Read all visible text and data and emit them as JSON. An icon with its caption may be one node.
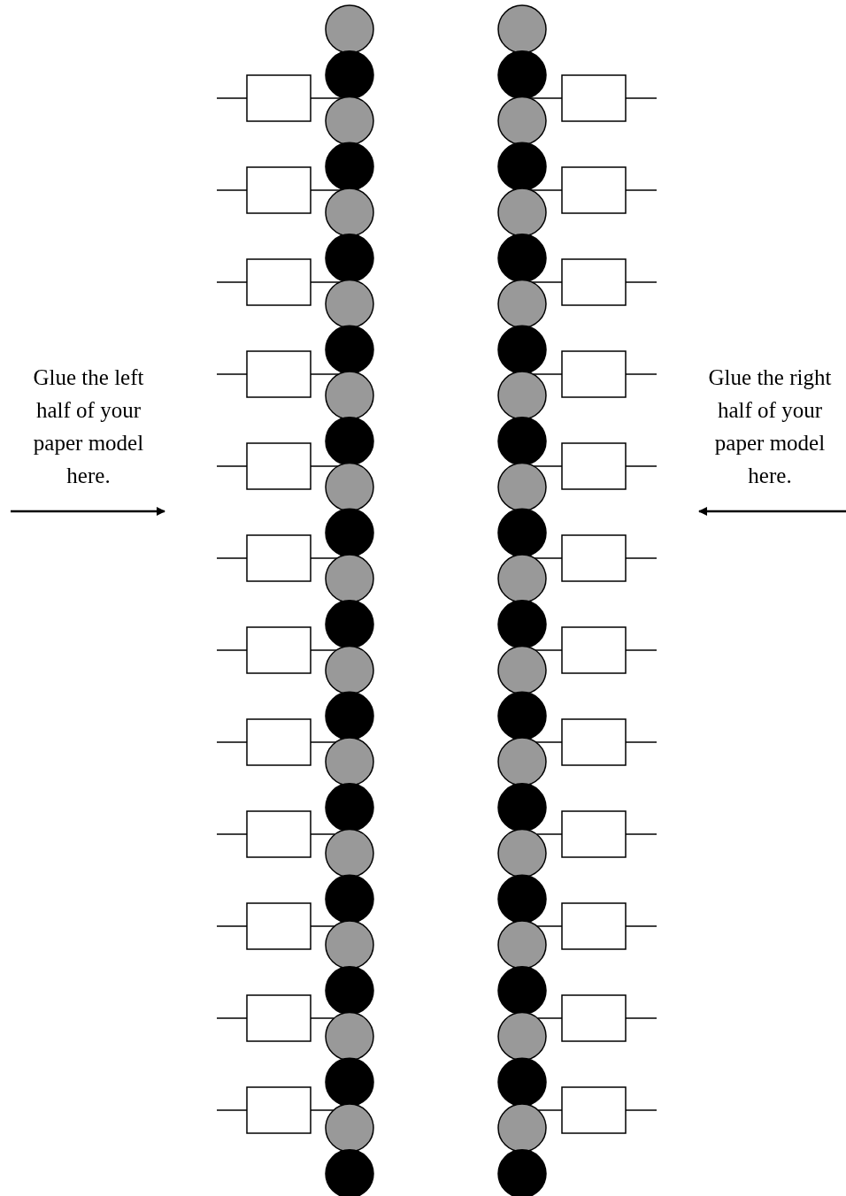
{
  "diagram": {
    "nodes": [
      {
        "text": [
          "Glue the left half of your paper model here."
        ]
      },
      {
        "text": [],
        "shape": "circle"
      },
      {
        "text": [],
        "shape": "circle"
      },
      {
        "text": [],
        "shape": "circle"
      },
      {
        "text": [],
        "shape": "circle"
      },
      {
        "text": [],
        "shape": "circle"
      },
      {
        "text": [],
        "shape": "circle"
      },
      {
        "text": [],
        "shape": "circle"
      },
      {
        "text": [],
        "shape": "circle"
      },
      {
        "text": [],
        "shape": "circle"
      },
      {
        "text": [],
        "shape": "circle"
      },
      {
        "text": [],
        "shape": "circle"
      },
      {
        "text": [],
        "shape": "circle"
      },
      {
        "text": [],
        "shape": "circle"
      },
      {
        "text": [],
        "shape": "circle"
      },
      {
        "text": [],
        "shape": "circle"
      },
      {
        "text": [],
        "shape": "circle"
      },
      {
        "text": [],
        "shape": "circle"
      },
      {
        "text": [],
        "shape": "circle"
      },
      {
        "text": [],
        "shape": "circle"
      },
      {
        "text": [],
        "shape": "circle"
      },
      {
        "text": [],
        "shape": "circle"
      },
      {
        "text": [],
        "shape": "circle"
      },
      {
        "text": [],
        "shape": "circle"
      },
      {
        "text": [],
        "shape": "circle"
      },
      {
        "text": [],
        "shape": "circle"
      },
      {
        "text": [],
        "shape": "circle"
      },
      {
        "text": [],
        "shape": "box"
      },
      {
        "text": [],
        "shape": "box"
      },
      {
        "text": [],
        "shape": "box"
      },
      {
        "text": [],
        "shape": "box"
      },
      {
        "text": [],
        "shape": "box"
      },
      {
        "text": [],
        "shape": "box"
      },
      {
        "text": [],
        "shape": "box"
      },
      {
        "text": [],
        "shape": "box"
      },
      {
        "text": [],
        "shape": "box"
      },
      {
        "text": [],
        "shape": "box"
      },
      {
        "text": [],
        "shape": "box"
      },
      {
        "text": [],
        "shape": "box"
      },
      {
        "text": [],
        "shape": "circle"
      },
      {
        "text": [],
        "shape": "circle"
      },
      {
        "text": [],
        "shape": "circle"
      },
      {
        "text": [],
        "shape": "circle"
      },
      {
        "text": [],
        "shape": "circle"
      },
      {
        "text": [],
        "shape": "circle"
      },
      {
        "text": [],
        "shape": "circle"
      },
      {
        "text": [],
        "shape": "circle"
      },
      {
        "text": [],
        "shape": "circle"
      },
      {
        "text": [],
        "shape": "circle"
      },
      {
        "text": [],
        "shape": "circle"
      },
      {
        "text": [],
        "shape": "circle"
      },
      {
        "text": [],
        "shape": "circle"
      },
      {
        "text": [],
        "shape": "circle"
      },
      {
        "text": [],
        "shape": "circle"
      },
      {
        "text": [],
        "shape": "circle"
      },
      {
        "text": [],
        "shape": "circle"
      },
      {
        "text": [],
        "shape": "circle"
      },
      {
        "text": [],
        "shape": "circle"
      },
      {
        "text": [],
        "shape": "circle"
      },
      {
        "text": [],
        "shape": "circle"
      },
      {
        "text": [],
        "shape": "circle"
      },
      {
        "text": [],
        "shape": "circle"
      },
      {
        "text": [],
        "shape": "circle"
      },
      {
        "text": [],
        "shape": "circle"
      },
      {
        "text": [],
        "shape": "circle"
      },
      {
        "text": [],
        "shape": "box"
      },
      {
        "text": [],
        "shape": "box"
      },
      {
        "text": [],
        "shape": "box"
      },
      {
        "text": [],
        "shape": "box"
      },
      {
        "text": [],
        "shape": "box"
      },
      {
        "text": [],
        "shape": "box"
      },
      {
        "text": [],
        "shape": "box"
      },
      {
        "text": [],
        "shape": "box"
      },
      {
        "text": [],
        "shape": "box"
      },
      {
        "text": [],
        "shape": "box"
      },
      {
        "text": [],
        "shape": "box"
      },
      {
        "text": [],
        "shape": "box"
      },
      {
        "text": [
          "Glue the right half of your paper model here."
        ]
      }
    ],
    "edges": [
      {
        "from": 27,
        "to": 3,
        "arrow": "none"
      },
      {
        "from": 28,
        "to": 5,
        "arrow": "none"
      },
      {
        "from": 29,
        "to": 7,
        "arrow": "none"
      },
      {
        "from": 30,
        "to": 9,
        "arrow": "none"
      },
      {
        "from": 31,
        "to": 11,
        "arrow": "none"
      },
      {
        "from": 32,
        "to": 13,
        "arrow": "none"
      },
      {
        "from": 33,
        "to": 15,
        "arrow": "none"
      },
      {
        "from": 34,
        "to": 17,
        "arrow": "none"
      },
      {
        "from": 35,
        "to": 19,
        "arrow": "none"
      },
      {
        "from": 36,
        "to": 21,
        "arrow": "none"
      },
      {
        "from": 37,
        "to": 23,
        "arrow": "none"
      },
      {
        "from": 38,
        "to": 25,
        "arrow": "none"
      },
      {
        "from": 65,
        "to": 41,
        "arrow": "none"
      },
      {
        "from": 66,
        "to": 43,
        "arrow": "none"
      },
      {
        "from": 67,
        "to": 45,
        "arrow": "none"
      },
      {
        "from": 68,
        "to": 47,
        "arrow": "none"
      },
      {
        "from": 69,
        "to": 49,
        "arrow": "none"
      },
      {
        "from": 70,
        "to": 51,
        "arrow": "none"
      },
      {
        "from": 71,
        "to": 53,
        "arrow": "none"
      },
      {
        "from": 72,
        "to": 55,
        "arrow": "none"
      },
      {
        "from": 73,
        "to": 57,
        "arrow": "none"
      },
      {
        "from": 74,
        "to": 59,
        "arrow": "none"
      },
      {
        "from": 75,
        "to": 61,
        "arrow": "none"
      },
      {
        "from": 76,
        "to": 63,
        "arrow": "none"
      },
      {
        "from": 27,
        "to": null,
        "arrow": "none"
      },
      {
        "from": 28,
        "to": null,
        "arrow": "none"
      },
      {
        "from": 29,
        "to": null,
        "arrow": "none"
      },
      {
        "from": 30,
        "to": null,
        "arrow": "none"
      },
      {
        "from": 31,
        "to": null,
        "arrow": "none"
      },
      {
        "from": 32,
        "to": null,
        "arrow": "none"
      },
      {
        "from": 33,
        "to": null,
        "arrow": "none"
      },
      {
        "from": 34,
        "to": null,
        "arrow": "none"
      },
      {
        "from": 35,
        "to": null,
        "arrow": "none"
      },
      {
        "from": 36,
        "to": null,
        "arrow": "none"
      },
      {
        "from": 37,
        "to": null,
        "arrow": "none"
      },
      {
        "from": 38,
        "to": null,
        "arrow": "none"
      },
      {
        "from": 65,
        "to": null,
        "arrow": "none"
      },
      {
        "from": 66,
        "to": null,
        "arrow": "none"
      },
      {
        "from": 67,
        "to": null,
        "arrow": "none"
      },
      {
        "from": 68,
        "to": null,
        "arrow": "none"
      },
      {
        "from": 69,
        "to": null,
        "arrow": "none"
      },
      {
        "from": 70,
        "to": null,
        "arrow": "none"
      },
      {
        "from": 71,
        "to": null,
        "arrow": "none"
      },
      {
        "from": 72,
        "to": null,
        "arrow": "none"
      },
      {
        "from": 73,
        "to": null,
        "arrow": "none"
      },
      {
        "from": 74,
        "to": null,
        "arrow": "none"
      },
      {
        "from": 75,
        "to": null,
        "arrow": "none"
      },
      {
        "from": 76,
        "to": null,
        "arrow": "none"
      }
    ]
  }
}
